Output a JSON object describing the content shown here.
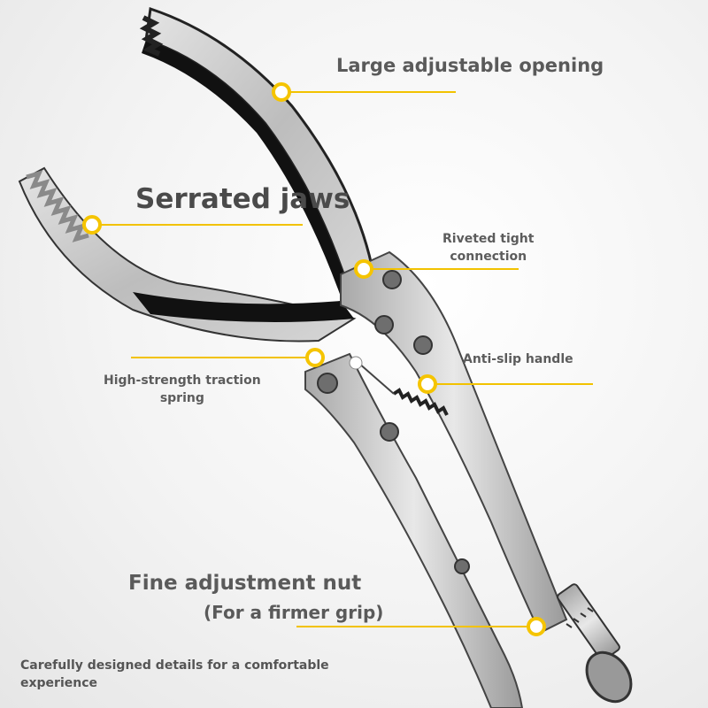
{
  "annotations": {
    "large_opening": "Large adjustable opening",
    "serrated_jaws": "Serrated jaws",
    "riveted_line1": "Riveted tight",
    "riveted_line2": "connection",
    "anti_slip": "Anti-slip handle",
    "spring_line1": "High-strength traction",
    "spring_line2": "spring",
    "fine_adjust": "Fine adjustment nut",
    "firmer_grip": "(For a firmer grip)",
    "footer": "Carefully designed details for a comfortable experience"
  },
  "colors": {
    "accent": "#f5c400",
    "metal": "#c9c9c9",
    "text": "#555555"
  }
}
